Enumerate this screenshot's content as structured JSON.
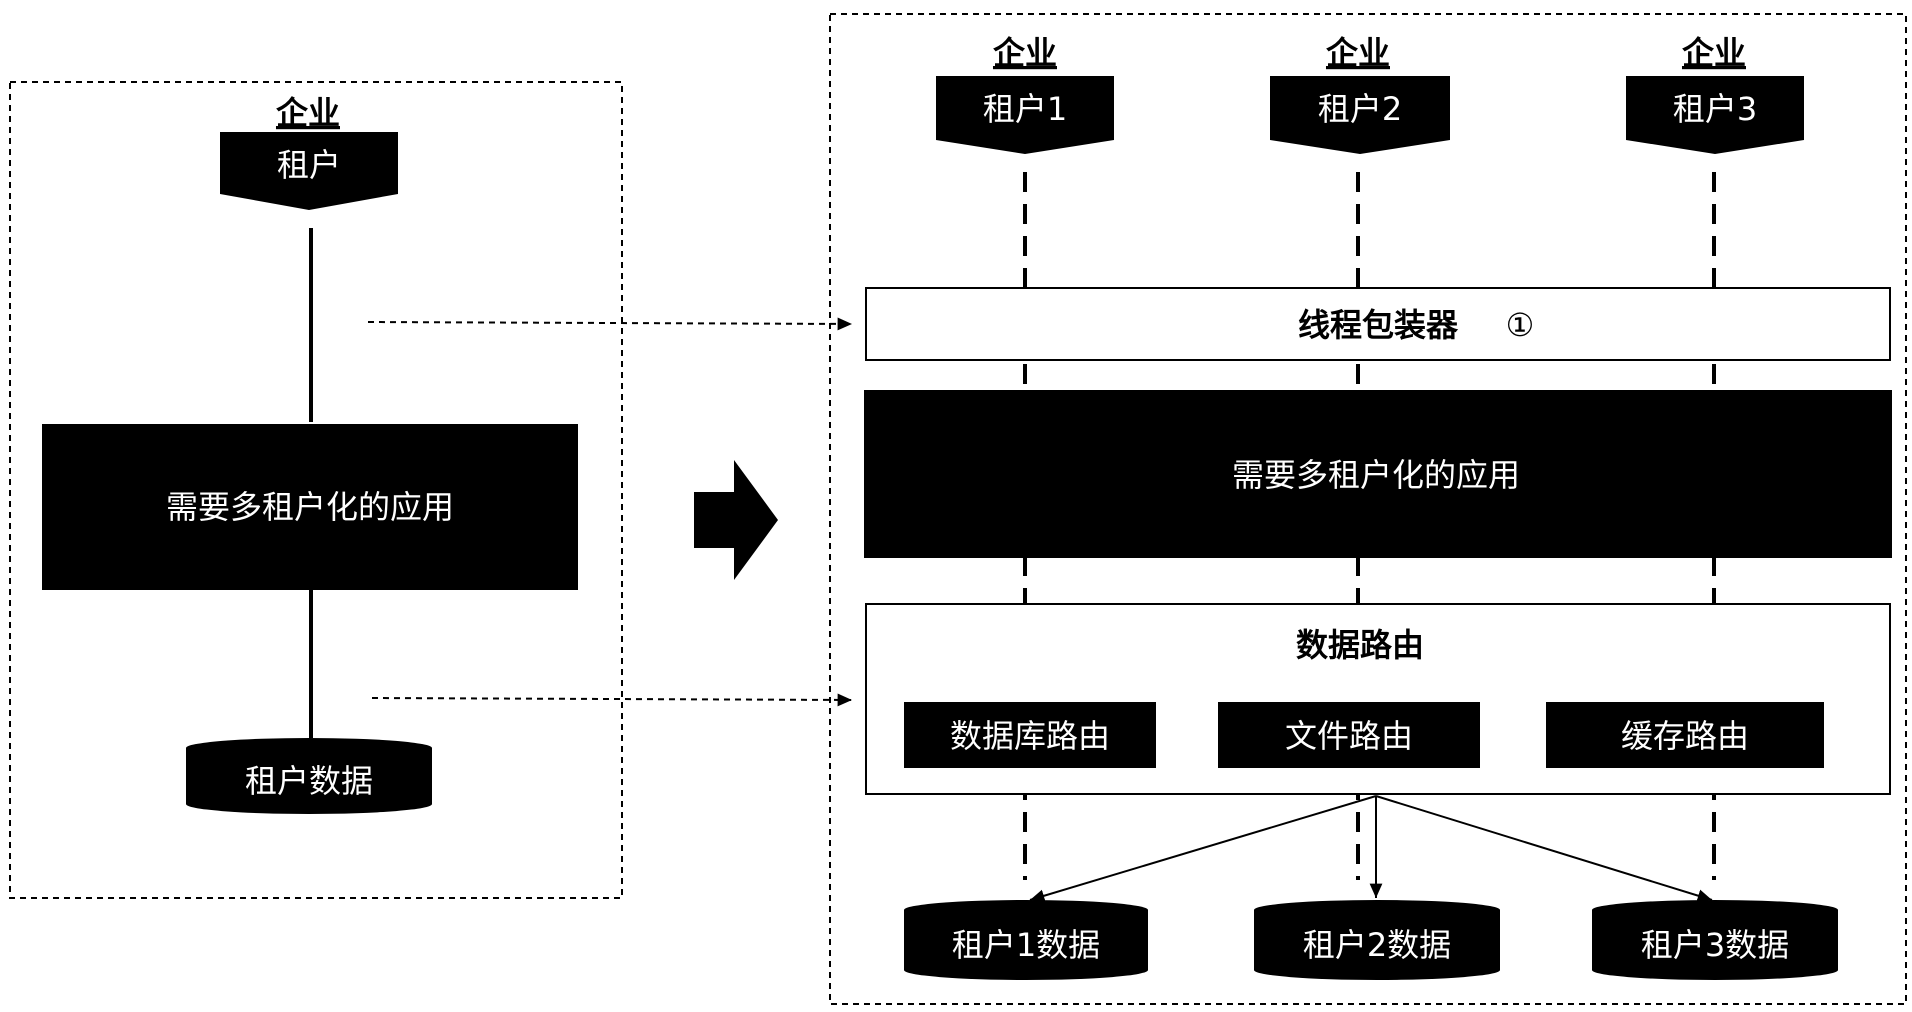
{
  "left_panel": {
    "enterprise_label": "企业",
    "tenant_label": "租户",
    "app_label": "需要多租户化的应用",
    "data_label": "租户数据"
  },
  "right_panel": {
    "tenants": [
      {
        "enterprise_label": "企业",
        "tenant_label": "租户1",
        "data_label": "租户1数据"
      },
      {
        "enterprise_label": "企业",
        "tenant_label": "租户2",
        "data_label": "租户2数据"
      },
      {
        "enterprise_label": "企业",
        "tenant_label": "租户3",
        "data_label": "租户3数据"
      }
    ],
    "thread_wrapper": {
      "label": "线程包装器",
      "marker": "①"
    },
    "app_label": "需要多租户化的应用",
    "data_routing": {
      "title": "数据路由",
      "routes": [
        "数据库路由",
        "文件路由",
        "缓存路由"
      ]
    }
  },
  "colors": {
    "fill_dark": "#000000",
    "text_light": "#ffffff",
    "line": "#000000"
  }
}
